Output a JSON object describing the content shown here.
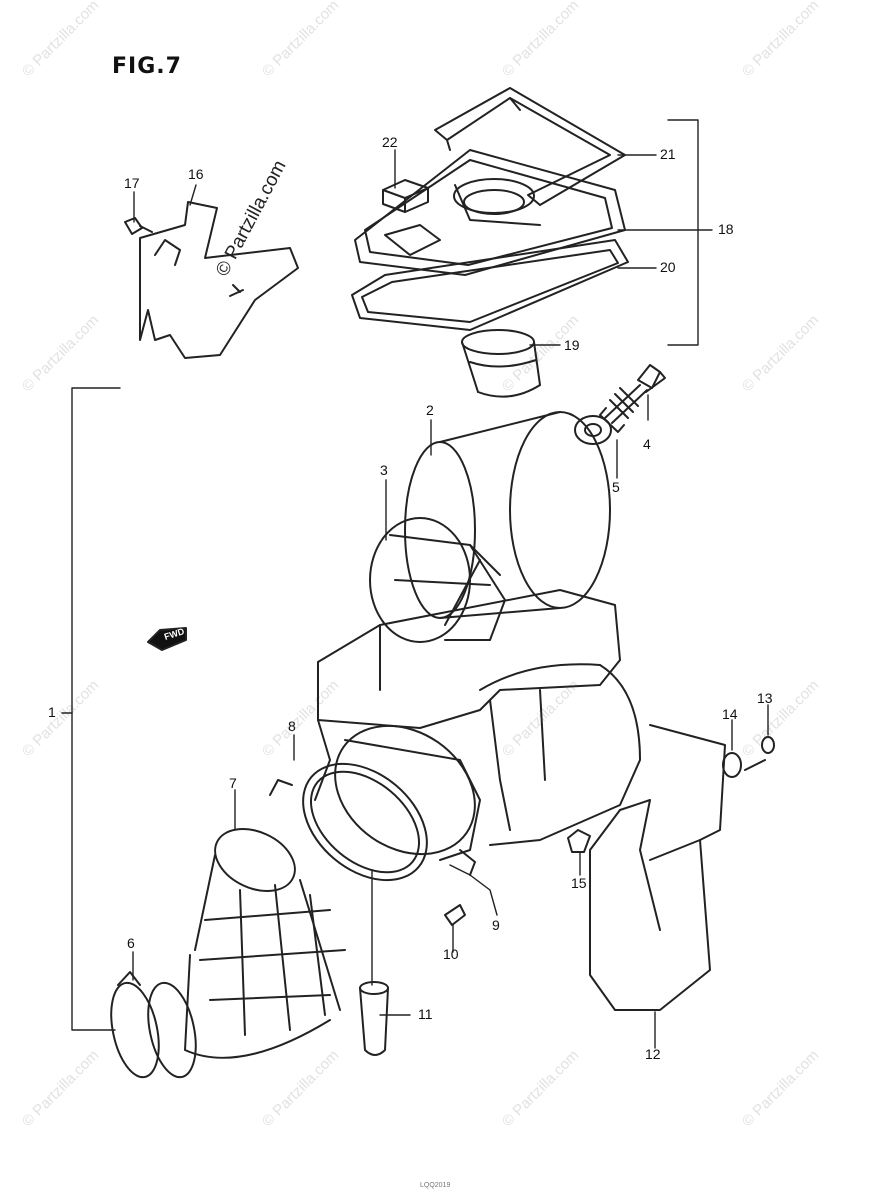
{
  "figure": {
    "title": "FIG.7",
    "center_watermark": "© Partzilla.com"
  },
  "watermark": {
    "text": "© Partzilla.com"
  },
  "fwd_label": "FWD",
  "callouts": [
    {
      "id": "c1",
      "label": "1"
    },
    {
      "id": "c2",
      "label": "2"
    },
    {
      "id": "c3",
      "label": "3"
    },
    {
      "id": "c4",
      "label": "4"
    },
    {
      "id": "c5",
      "label": "5"
    },
    {
      "id": "c6",
      "label": "6"
    },
    {
      "id": "c7",
      "label": "7"
    },
    {
      "id": "c8",
      "label": "8"
    },
    {
      "id": "c9",
      "label": "9"
    },
    {
      "id": "c10",
      "label": "10"
    },
    {
      "id": "c11",
      "label": "11"
    },
    {
      "id": "c12",
      "label": "12"
    },
    {
      "id": "c13",
      "label": "13"
    },
    {
      "id": "c14",
      "label": "14"
    },
    {
      "id": "c15",
      "label": "15"
    },
    {
      "id": "c16",
      "label": "16"
    },
    {
      "id": "c17",
      "label": "17"
    },
    {
      "id": "c18",
      "label": "18"
    },
    {
      "id": "c19",
      "label": "19"
    },
    {
      "id": "c20",
      "label": "20"
    },
    {
      "id": "c21",
      "label": "21"
    },
    {
      "id": "c22",
      "label": "22"
    }
  ],
  "footer": {
    "line1": "LQQ2019",
    "line2": ""
  }
}
